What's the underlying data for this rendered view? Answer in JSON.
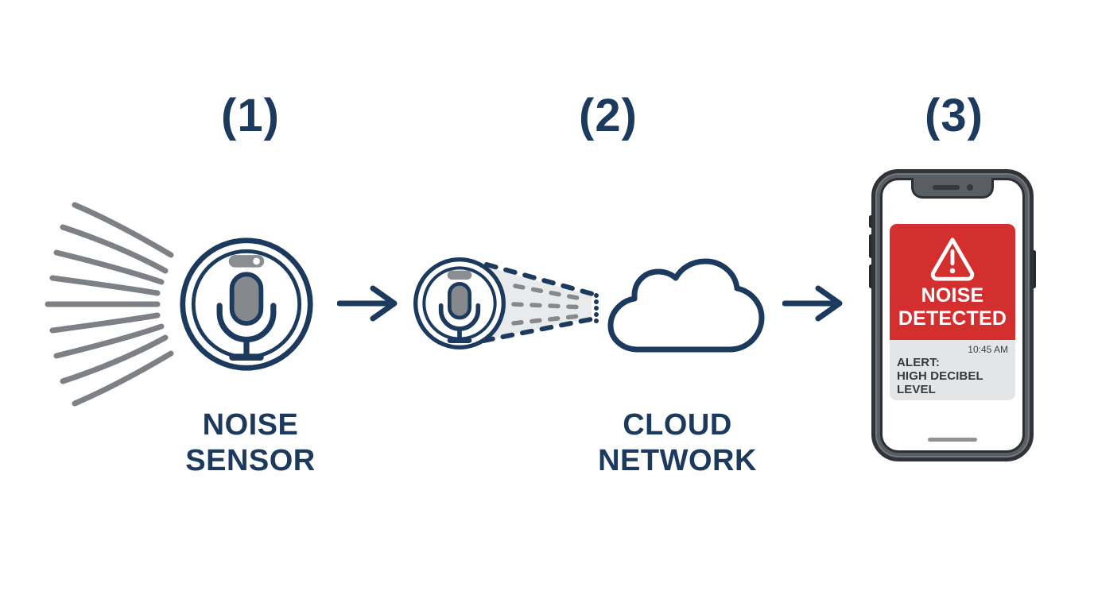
{
  "diagram": {
    "steps": [
      {
        "number": "(1)",
        "caption": "NOISE\nSENSOR"
      },
      {
        "number": "(2)",
        "caption": "CLOUD\nNETWORK"
      },
      {
        "number": "(3)"
      }
    ],
    "phone": {
      "alert_headline": "NOISE\nDETECTED",
      "time": "10:45 AM",
      "alert_body": "ALERT:\nHIGH DECIBEL\nLEVEL"
    },
    "icons": {
      "sound_waves": "sound-waves",
      "noise_sensor_device": "microphone-sensor-in-circle",
      "flow_arrow": "arrow-right",
      "transmission_beam": "dashed-signal-beam",
      "cloud": "cloud-outline",
      "warning": "warning-triangle-exclamation",
      "smartphone": "smartphone-with-alert"
    },
    "colors": {
      "navy": "#1c3a5e",
      "wave_gray": "#7d8085",
      "device_gray": "#85888c",
      "alert_red": "#d32f2f",
      "notification_bg": "#e4e5e7",
      "phone_frame": "#5a5d62",
      "white": "#ffffff"
    }
  }
}
